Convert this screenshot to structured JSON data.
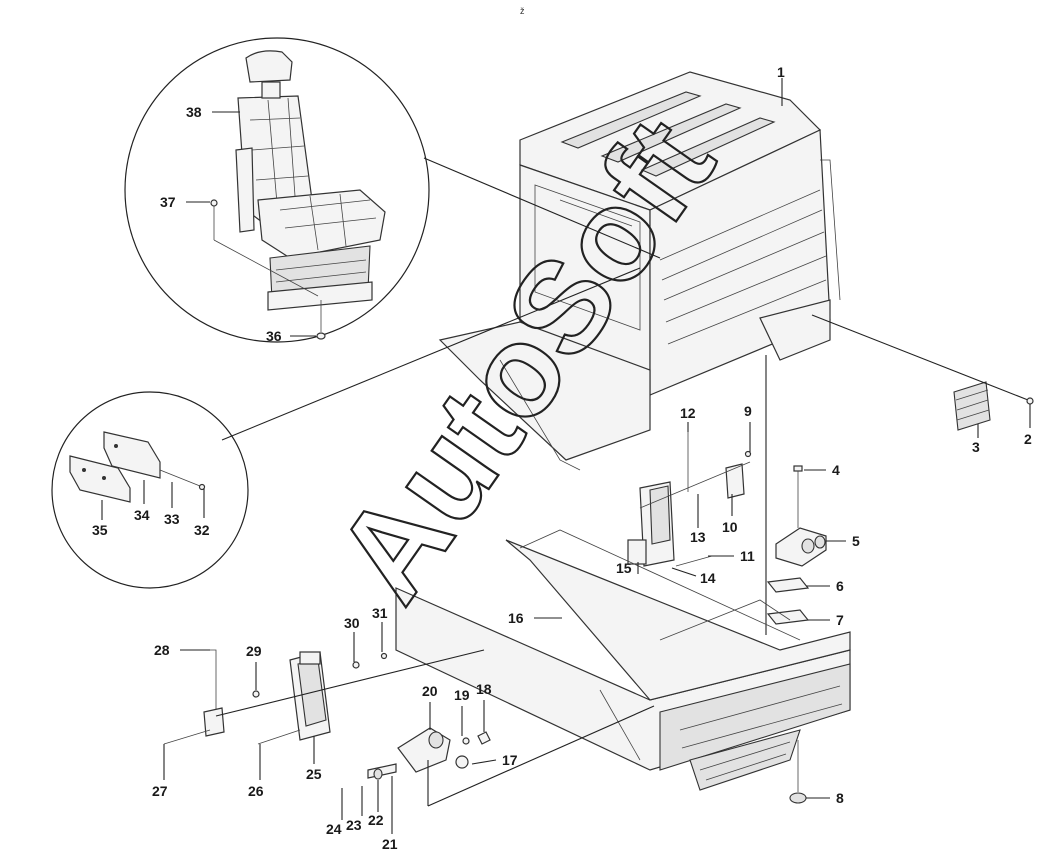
{
  "top_mark": "ž",
  "watermark": "AutoSoft",
  "labels": {
    "l1": "1",
    "l2": "2",
    "l3": "3",
    "l4": "4",
    "l5": "5",
    "l6": "6",
    "l7": "7",
    "l8": "8",
    "l9": "9",
    "l10": "10",
    "l11": "11",
    "l12": "12",
    "l13": "13",
    "l14": "14",
    "l15": "15",
    "l16": "16",
    "l17": "17",
    "l18": "18",
    "l19": "19",
    "l20": "20",
    "l21": "21",
    "l22": "22",
    "l23": "23",
    "l24": "24",
    "l25": "25",
    "l26": "26",
    "l27": "27",
    "l28": "28",
    "l29": "29",
    "l30": "30",
    "l31": "31",
    "l32": "32",
    "l33": "33",
    "l34": "34",
    "l35": "35",
    "l36": "36",
    "l37": "37",
    "l38": "38"
  }
}
